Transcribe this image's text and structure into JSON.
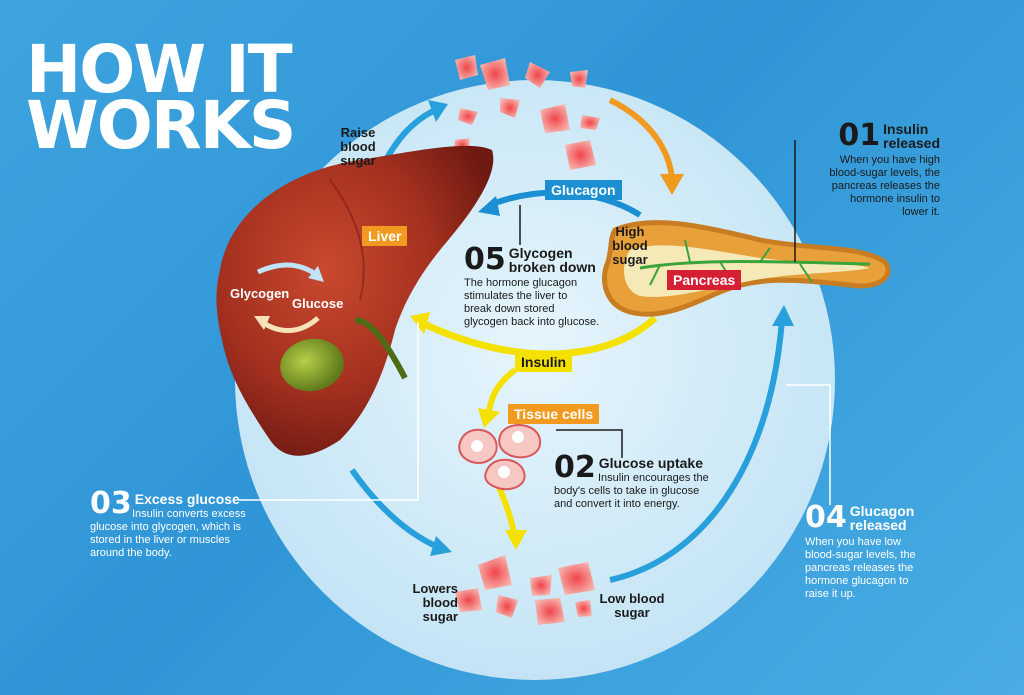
{
  "title": {
    "line1": "HOW IT",
    "line2": "WORKS"
  },
  "labels": {
    "liver": "Liver",
    "pancreas": "Pancreas",
    "glucagon": "Glucagon",
    "insulin": "Insulin",
    "tissue_cells": "Tissue cells",
    "glycogen": "Glycogen",
    "glucose": "Glucose",
    "raise_blood_sugar": [
      "Raise",
      "blood",
      "sugar"
    ],
    "high_blood_sugar": [
      "High",
      "blood",
      "sugar"
    ],
    "lowers_blood_sugar": [
      "Lowers",
      "blood",
      "sugar"
    ],
    "low_blood_sugar": [
      "Low blood",
      "sugar"
    ]
  },
  "steps": {
    "s01": {
      "num": "01",
      "title": [
        "Insulin",
        "released"
      ],
      "body": [
        "When you have high",
        "blood-sugar levels, the",
        "pancreas releases the",
        "hormone insulin to",
        "lower it."
      ]
    },
    "s02": {
      "num": "02",
      "title": [
        "Glucose uptake"
      ],
      "body": [
        "Insulin encourages the",
        "body's cells to take in glucose",
        "and convert it into energy."
      ]
    },
    "s03": {
      "num": "03",
      "title": [
        "Excess glucose"
      ],
      "body": [
        "Insulin converts excess",
        "glucose into glycogen, which is",
        "stored in the liver or muscles",
        "around the body."
      ]
    },
    "s04": {
      "num": "04",
      "title": [
        "Glucagon",
        "released"
      ],
      "body": [
        "When you have low",
        "blood-sugar levels, the",
        "pancreas releases the",
        "hormone glucagon to",
        "raise it up."
      ]
    },
    "s05": {
      "num": "05",
      "title": [
        "Glycogen",
        "broken down"
      ],
      "body": [
        "The hormone glucagon",
        "stimulates the liver to",
        "break down stored",
        "glycogen back into glucose."
      ]
    }
  },
  "colors": {
    "background": "#2f95d6",
    "circle": "#cfe9f7",
    "liver": "#9e2a1c",
    "pancreas": "#e8a13a",
    "gallbladder": "#7d9a2a",
    "arrow_blue": "#27a0dc",
    "arrow_orange": "#f29a1f",
    "arrow_yellow": "#f5e100",
    "tag_orange": "#f29a1f",
    "tag_blue": "#1b8fd2",
    "tag_red": "#d51f35",
    "tag_yellow": "#f5e100",
    "blood_cell": "#e8383d"
  }
}
